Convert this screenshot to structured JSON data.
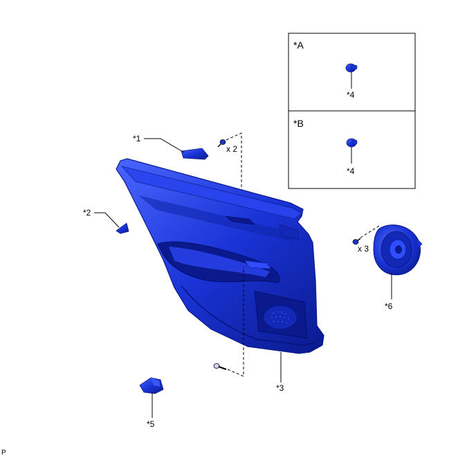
{
  "colors": {
    "part_blue": "#1a33d6",
    "part_dark": "#0a1a8c",
    "part_light": "#4a66ff",
    "line": "#000000"
  },
  "callouts": {
    "c1": "*1",
    "c2": "*2",
    "c3": "*3",
    "c4a": "*4",
    "c4b": "*4",
    "c5": "*5",
    "c6": "*6"
  },
  "quantities": {
    "screws_top": "x 2",
    "screws_speaker": "x 3"
  },
  "inset": {
    "a_label": "*A",
    "b_label": "*B"
  },
  "footer": {
    "code": "P"
  }
}
